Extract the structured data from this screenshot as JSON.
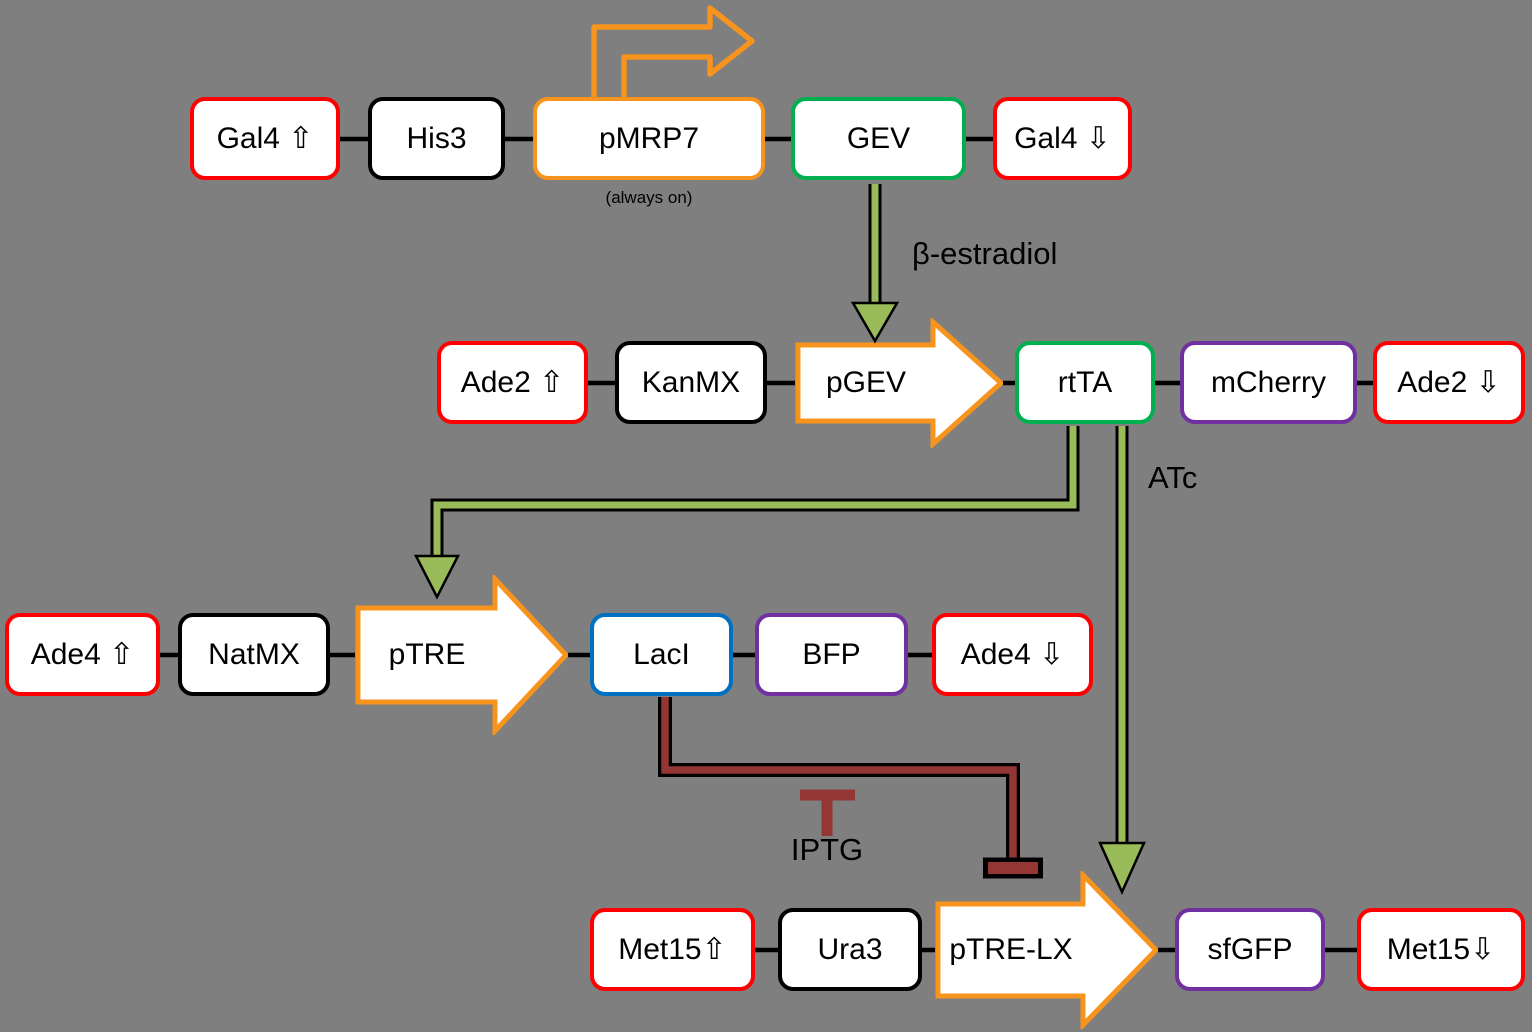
{
  "diagram": {
    "colors": {
      "bg": "#7F7F7F",
      "box_fill": "#FFFFFF",
      "red": "#FF0000",
      "black": "#000000",
      "orange": "#F7941D",
      "green": "#00B050",
      "purple": "#7030A0",
      "blue": "#0070C0",
      "arrow_green": "#9ABB59",
      "inhibit_red": "#943634"
    },
    "rows": [
      {
        "boxes": [
          {
            "label": "Gal4 ⇧",
            "border": "red"
          },
          {
            "label": "His3",
            "border": "black"
          },
          {
            "label": "pMRP7",
            "border": "orange",
            "note": "(always on)"
          },
          {
            "label": "GEV",
            "border": "green"
          },
          {
            "label": "Gal4 ⇩",
            "border": "red"
          }
        ]
      },
      {
        "boxes": [
          {
            "label": "Ade2 ⇧",
            "border": "red"
          },
          {
            "label": "KanMX",
            "border": "black"
          },
          {
            "label": "pGEV",
            "border": "orange",
            "type": "promoter-arrow"
          },
          {
            "label": "rtTA",
            "border": "green"
          },
          {
            "label": "mCherry",
            "border": "purple"
          },
          {
            "label": "Ade2 ⇩",
            "border": "red"
          }
        ]
      },
      {
        "boxes": [
          {
            "label": "Ade4 ⇧",
            "border": "red"
          },
          {
            "label": "NatMX",
            "border": "black"
          },
          {
            "label": "pTRE",
            "border": "orange",
            "type": "promoter-arrow"
          },
          {
            "label": "LacI",
            "border": "blue"
          },
          {
            "label": "BFP",
            "border": "purple"
          },
          {
            "label": "Ade4 ⇩",
            "border": "red"
          }
        ]
      },
      {
        "boxes": [
          {
            "label": "Met15⇧",
            "border": "red"
          },
          {
            "label": "Ura3",
            "border": "black"
          },
          {
            "label": "pTRE-LX",
            "border": "orange",
            "type": "promoter-arrow"
          },
          {
            "label": "sfGFP",
            "border": "purple"
          },
          {
            "label": "Met15⇩",
            "border": "red"
          }
        ]
      }
    ],
    "signals": {
      "beta_estradiol": "β-estradiol",
      "atc": "ATc",
      "iptg": "IPTG"
    }
  }
}
